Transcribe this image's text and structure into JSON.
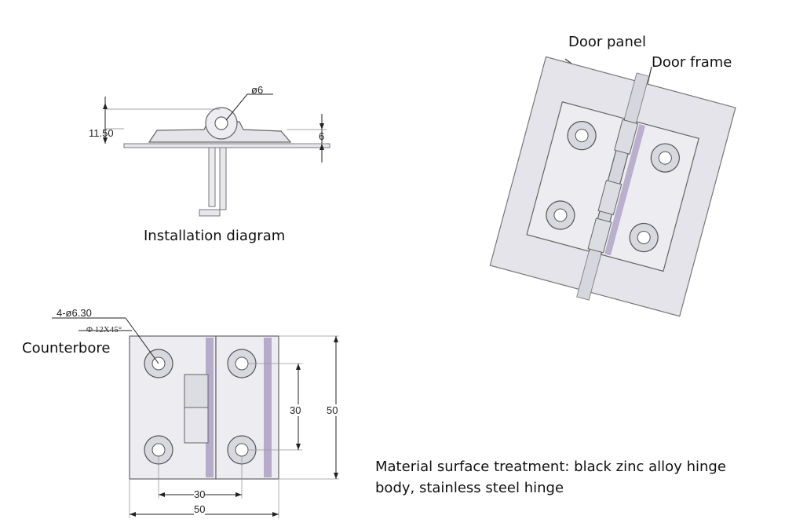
{
  "installation": {
    "caption": "Installation diagram",
    "pin_diameter": "ø6",
    "total_height": "11.50",
    "leaf_height": "6"
  },
  "assembly": {
    "door_panel": "Door panel",
    "door_frame": "Door frame"
  },
  "plan_view": {
    "hole_spec": "4-ø6.30",
    "counterbore_spec": "Φ 12X45°",
    "counterbore_label": "Counterbore",
    "hole_spacing_vertical": "30",
    "height": "50",
    "hole_spacing_horizontal": "30",
    "width": "50"
  },
  "note": {
    "line1": "Material surface treatment: black zinc alloy hinge",
    "line2": "body, stainless steel hinge"
  },
  "colors": {
    "metal": "#e3e3ea",
    "metal_dark": "#b9b9c4",
    "accent": "#a99bc0",
    "outline": "#555555"
  }
}
